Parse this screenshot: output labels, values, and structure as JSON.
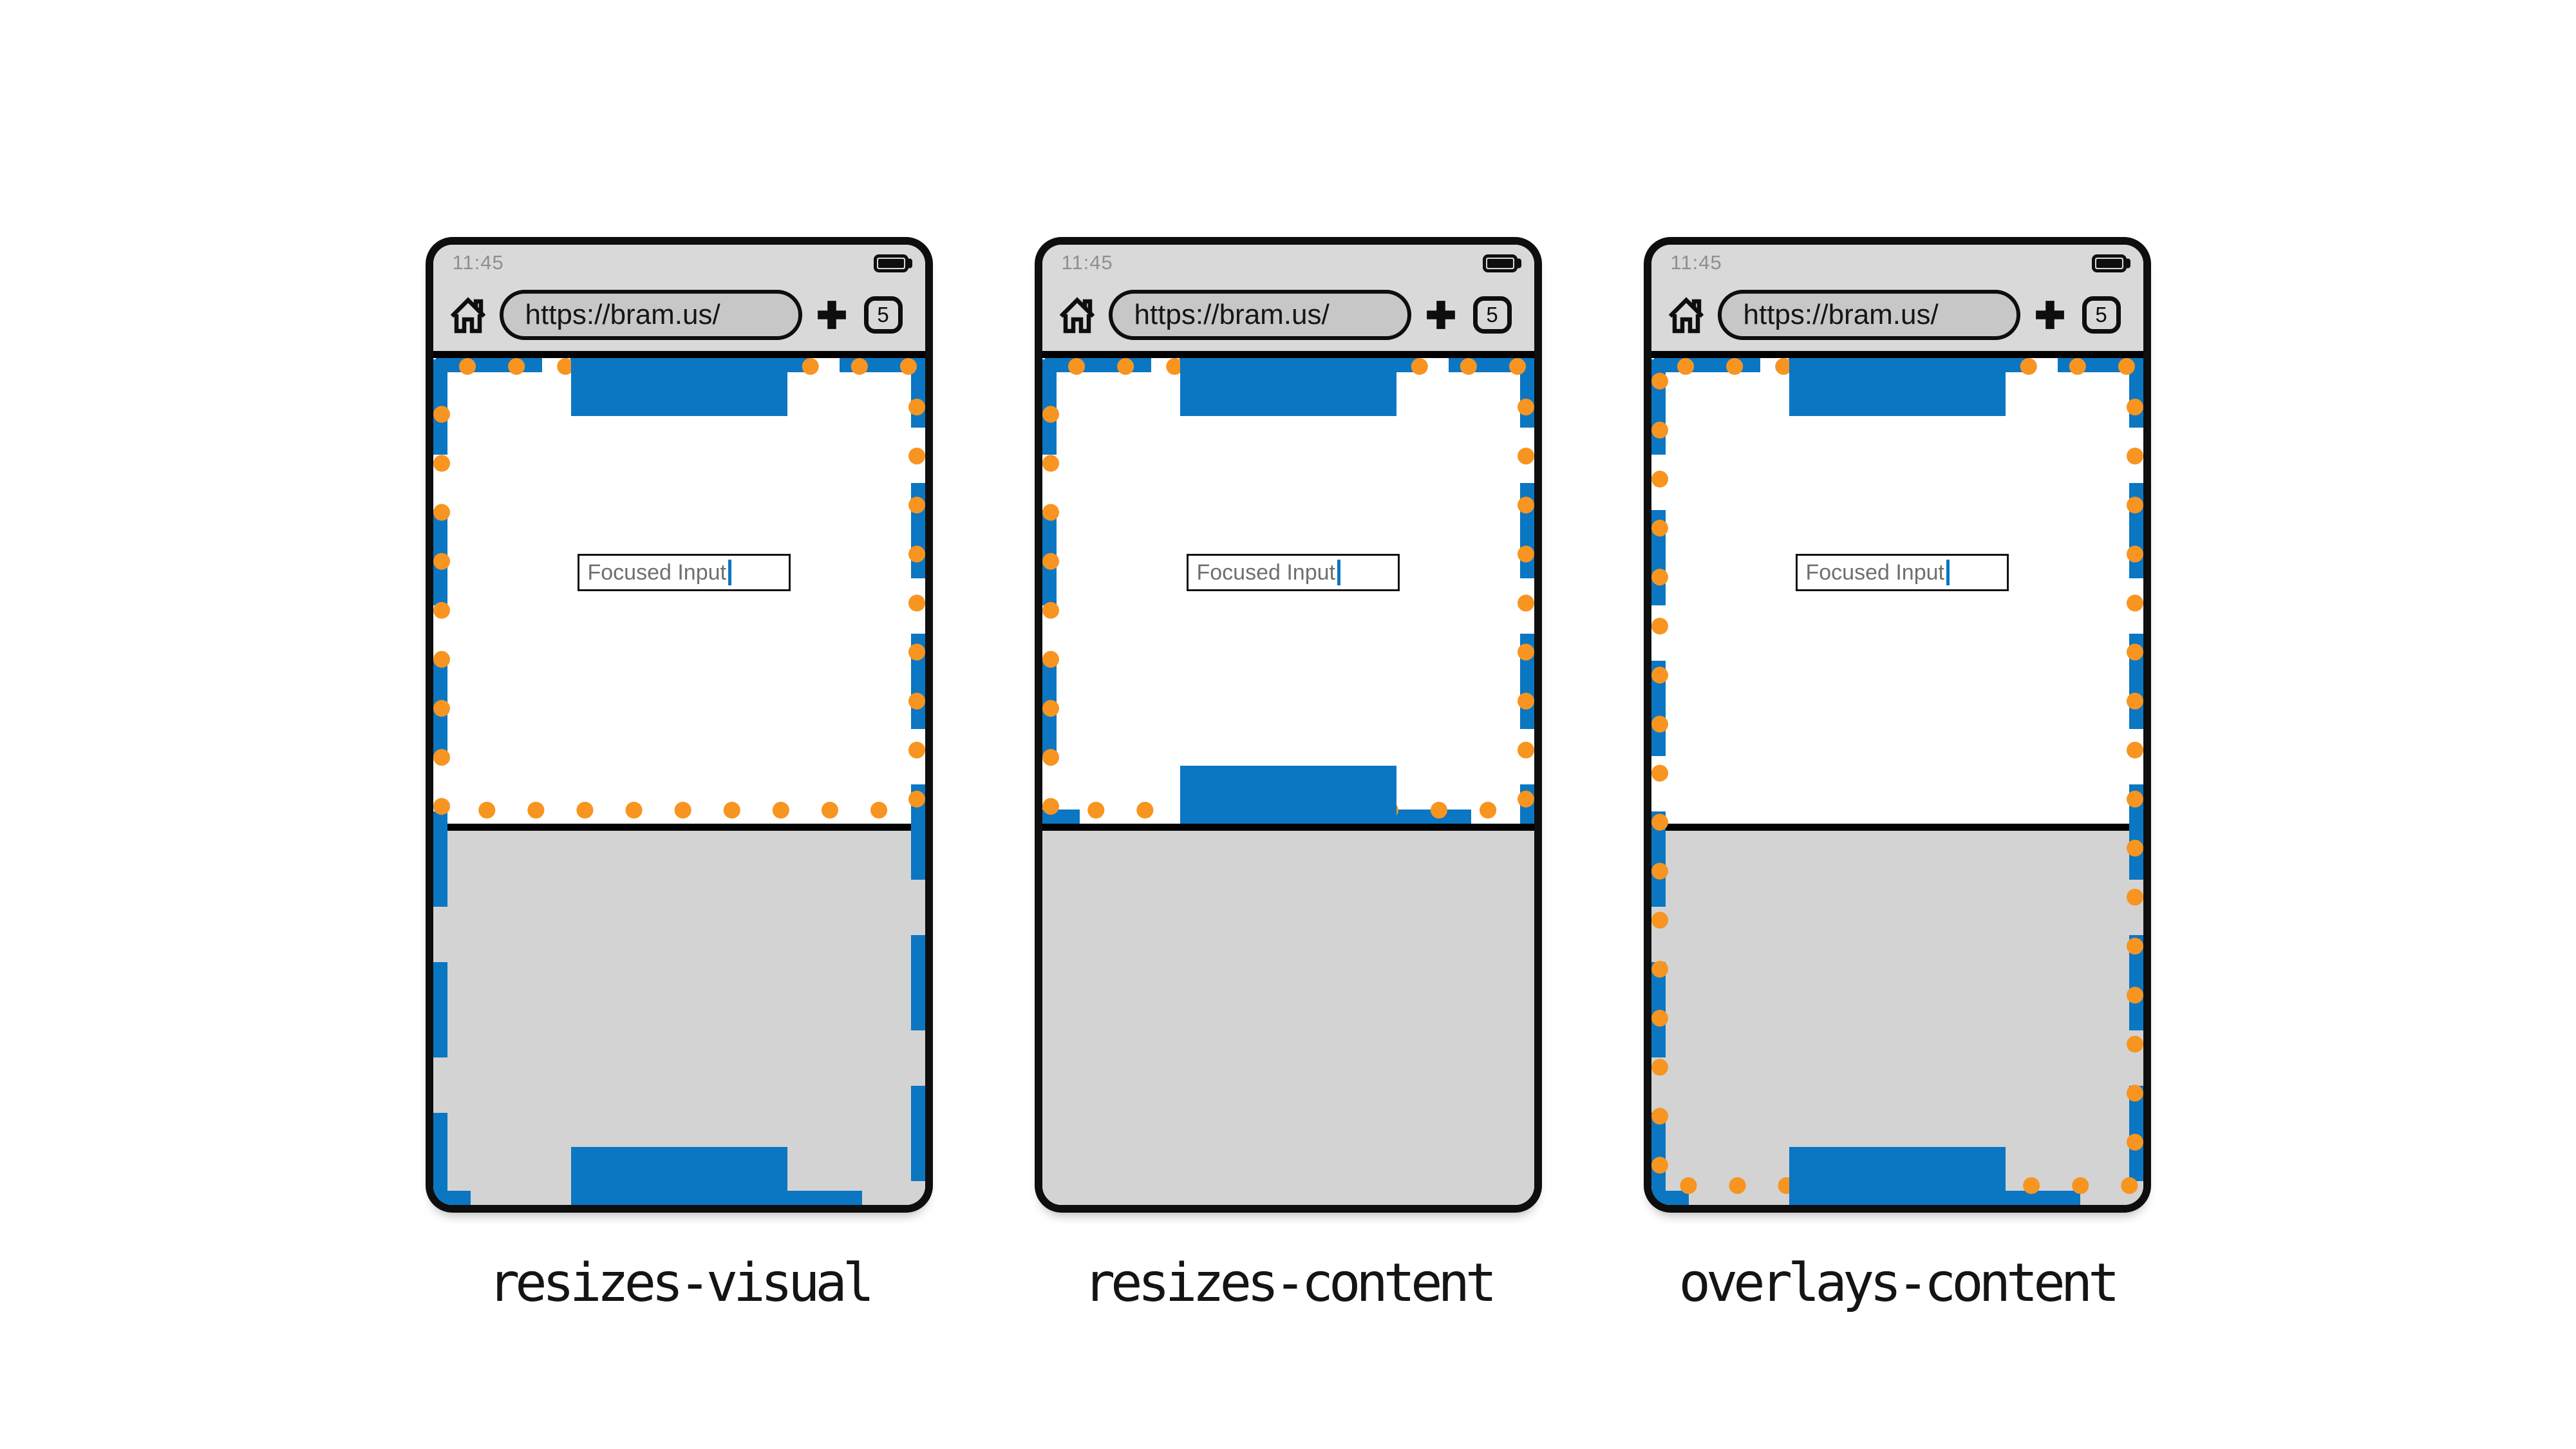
{
  "colors": {
    "blue": "#0b76c2",
    "orange": "#f89420",
    "chrome_gray": "#d9d9d9",
    "keyboard_gray": "#d3d3d3",
    "pill_gray": "#c7c7c7",
    "line_black": "#0e0e0e",
    "time_gray": "#8f8f8f",
    "input_text_gray": "#6f6f6f",
    "label_color": "#141414",
    "url_text": "#151515"
  },
  "phones": [
    {
      "label": "resizes-visual",
      "status_bar": {
        "time": "11:45",
        "battery_icon": "battery-full"
      },
      "toolbar": {
        "home_icon": "home",
        "url": "https://bram.us/",
        "new_tab_icon": "plus",
        "tab_count": "5"
      },
      "page": {
        "input_value": "Focused Input"
      }
    },
    {
      "label": "resizes-content",
      "status_bar": {
        "time": "11:45",
        "battery_icon": "battery-full"
      },
      "toolbar": {
        "home_icon": "home",
        "url": "https://bram.us/",
        "new_tab_icon": "plus",
        "tab_count": "5"
      },
      "page": {
        "input_value": "Focused Input"
      }
    },
    {
      "label": "overlays-content",
      "status_bar": {
        "time": "11:45",
        "battery_icon": "battery-full"
      },
      "toolbar": {
        "home_icon": "home",
        "url": "https://bram.us/",
        "new_tab_icon": "plus",
        "tab_count": "5"
      },
      "page": {
        "input_value": "Focused Input"
      }
    }
  ]
}
